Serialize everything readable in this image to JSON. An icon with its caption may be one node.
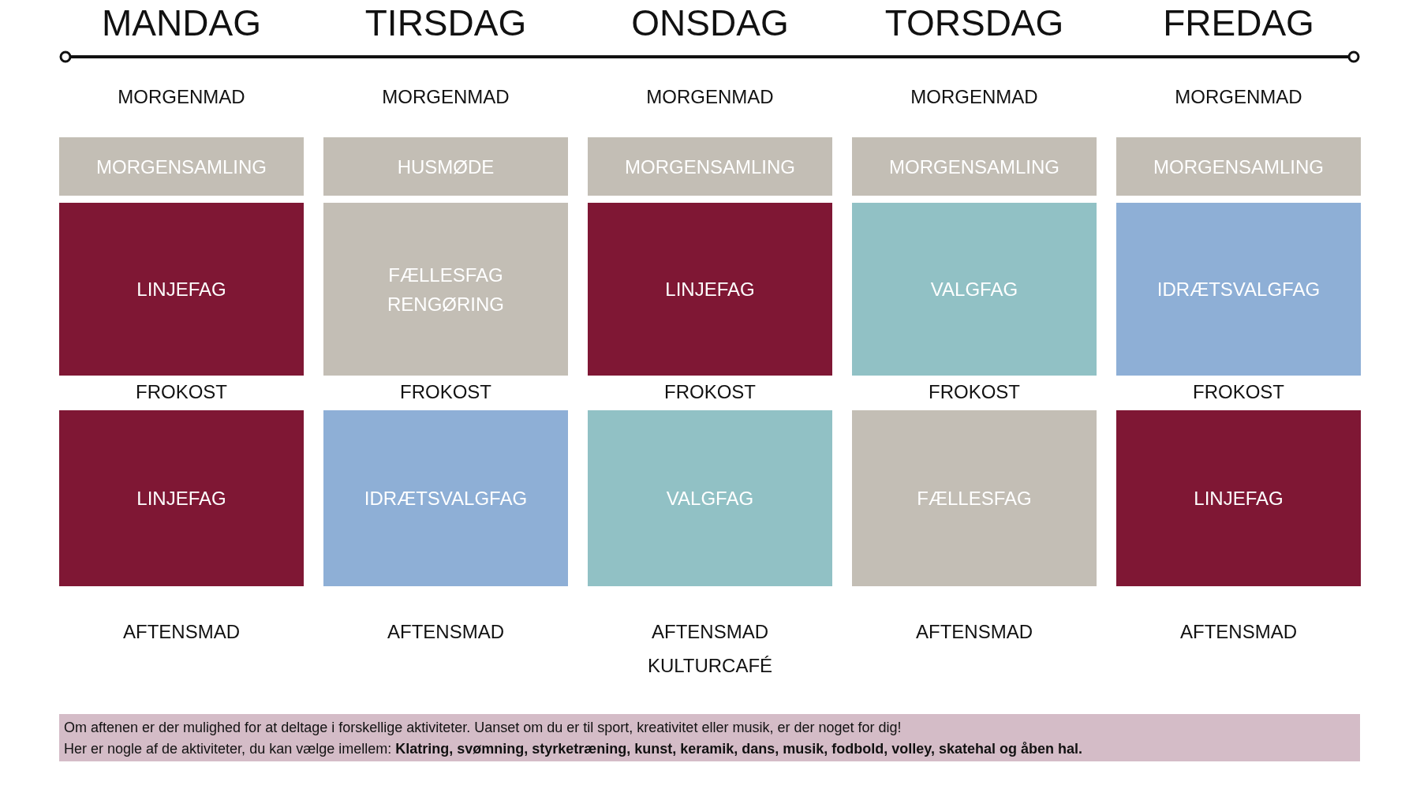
{
  "diagram": {
    "nodes": [
      {
        "text": [
          "MORGENSAMLING"
        ]
      },
      {
        "text": [
          "HUSMØDE"
        ]
      },
      {
        "text": [
          "MORGENSAMLING"
        ]
      },
      {
        "text": [
          "MORGENSAMLING"
        ]
      },
      {
        "text": [
          "MORGENSAMLING"
        ]
      },
      {
        "text": [
          "LINJEFAG"
        ]
      },
      {
        "text": [
          "FÆLLESFAG",
          "RENGØRING"
        ]
      },
      {
        "text": [
          "LINJEFAG"
        ]
      },
      {
        "text": [
          "VALGFAG"
        ]
      },
      {
        "text": [
          "IDRÆTSVALGFAG"
        ]
      },
      {
        "text": [
          "LINJEFAG"
        ]
      },
      {
        "text": [
          "IDRÆTSVALGFAG"
        ]
      },
      {
        "text": [
          "VALGFAG"
        ]
      },
      {
        "text": [
          "FÆLLESFAG"
        ]
      },
      {
        "text": [
          "LINJEFAG"
        ]
      },
      {
        "text": [
          "Om aftenen er der mulighed for at deltage i forskellige aktiviteter. Uanset om du er til sport, kreativitet eller musik, er der noget for dig!",
          "Her er nogle af de aktiviteter, du kan vælge imellem: **Klatring, svømning, styrketræning, kunst, keramik, dans, musik, fodbold, volley, skatehal og åben hal.**"
        ]
      }
    ],
    "labels": [
      "MANDAG",
      "TIRSDAG",
      "ONSDAG",
      "TORSDAG",
      "FREDAG",
      "MORGENMAD",
      "MORGENMAD",
      "MORGENMAD",
      "MORGENMAD",
      "MORGENMAD",
      "FROKOST",
      "FROKOST",
      "FROKOST",
      "FROKOST",
      "FROKOST",
      "AFTENSMAD",
      "AFTENSMAD",
      "AFTENSMAD",
      "AFTENSMAD",
      "AFTENSMAD",
      "KULTURCAFÉ"
    ]
  }
}
